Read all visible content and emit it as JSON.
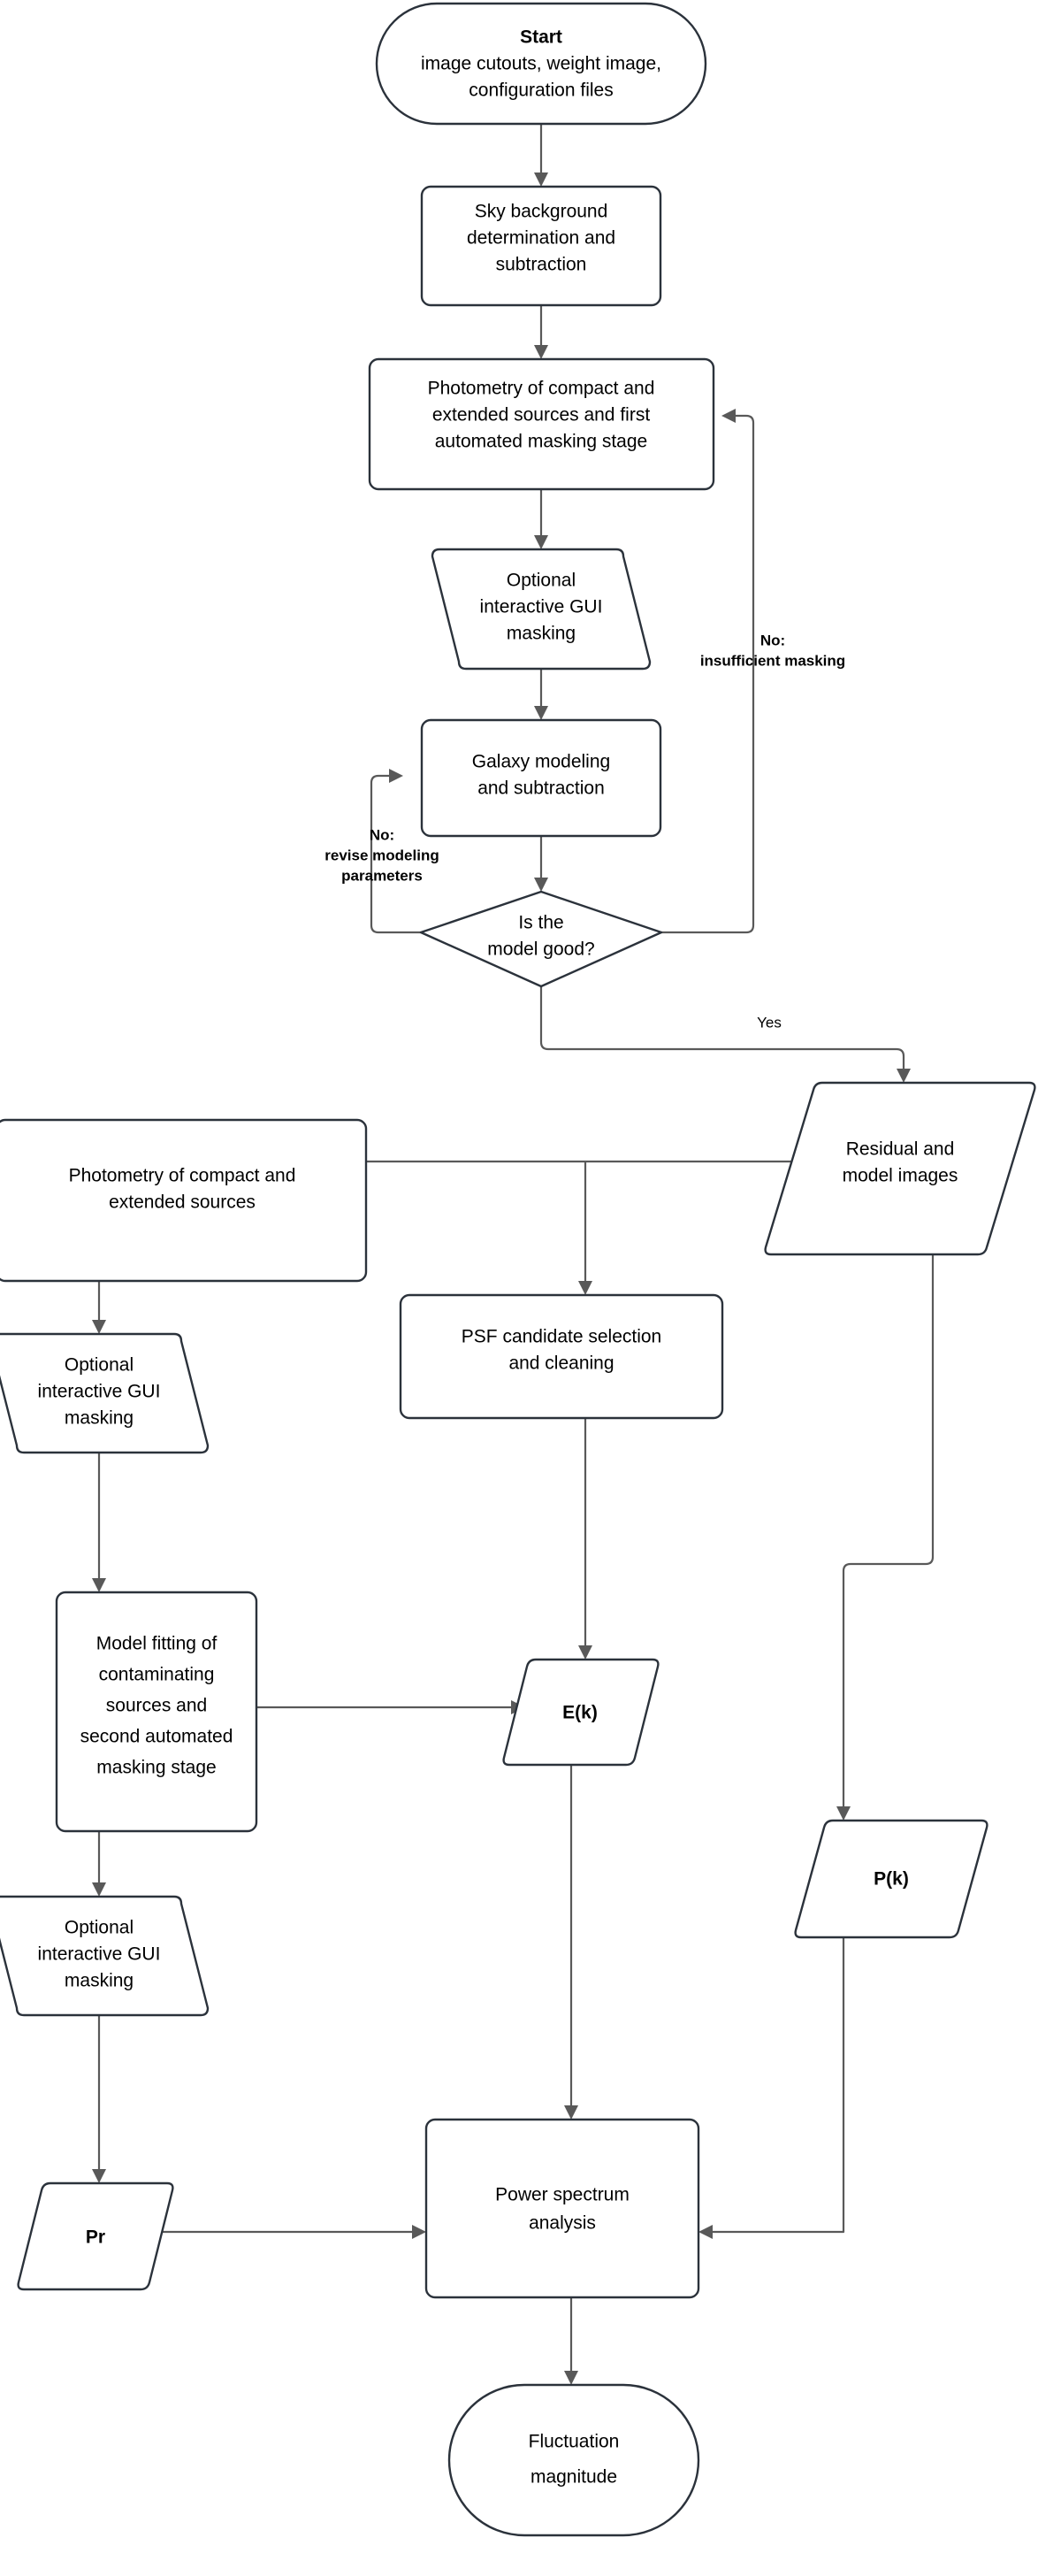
{
  "diagram": {
    "title": "Surface brightness fluctuation analysis pipeline flowchart",
    "colors": {
      "node_stroke": "#2b323b",
      "edge_stroke": "#595959",
      "node_fill": "#ffffff",
      "text": "#000000",
      "background": "#ffffff"
    },
    "nodes": [
      {
        "id": "start",
        "shape": "stadium",
        "lines": [
          "Start",
          "image cutouts, weight image,",
          "configuration files"
        ],
        "bold_lines": [
          true,
          false,
          false
        ]
      },
      {
        "id": "sky-background",
        "shape": "rounded-rect",
        "lines": [
          "Sky background",
          "determination and",
          "subtraction"
        ],
        "bold_lines": [
          false,
          false,
          false
        ]
      },
      {
        "id": "photometry-first",
        "shape": "rounded-rect",
        "lines": [
          "Photometry of compact and",
          "extended sources and first",
          "automated masking stage"
        ],
        "bold_lines": [
          false,
          false,
          false
        ]
      },
      {
        "id": "gui-masking-1",
        "shape": "trapezoid",
        "lines": [
          "Optional",
          "interactive GUI",
          "masking"
        ],
        "bold_lines": [
          false,
          false,
          false
        ]
      },
      {
        "id": "galaxy-modeling",
        "shape": "rounded-rect",
        "lines": [
          "Galaxy modeling",
          "and subtraction"
        ],
        "bold_lines": [
          false,
          false
        ]
      },
      {
        "id": "model-good-decision",
        "shape": "diamond",
        "lines": [
          "Is the",
          "model good?"
        ],
        "bold_lines": [
          false,
          false
        ]
      },
      {
        "id": "residual-model-images",
        "shape": "parallelogram",
        "lines": [
          "Residual and",
          "model images"
        ],
        "bold_lines": [
          false,
          false
        ]
      },
      {
        "id": "photometry-second",
        "shape": "rounded-rect",
        "lines": [
          "Photometry of compact and",
          "extended sources"
        ],
        "bold_lines": [
          false,
          false
        ]
      },
      {
        "id": "psf-candidate",
        "shape": "rounded-rect",
        "lines": [
          "PSF candidate selection",
          "and cleaning"
        ],
        "bold_lines": [
          false,
          false
        ]
      },
      {
        "id": "gui-masking-2",
        "shape": "trapezoid",
        "lines": [
          "Optional",
          "interactive GUI",
          "masking"
        ],
        "bold_lines": [
          false,
          false,
          false
        ]
      },
      {
        "id": "model-fitting",
        "shape": "rounded-rect",
        "lines": [
          "Model fitting of",
          "contaminating",
          "sources and",
          "second automated",
          "masking stage"
        ],
        "bold_lines": [
          false,
          false,
          false,
          false,
          false
        ]
      },
      {
        "id": "ek",
        "shape": "parallelogram",
        "lines": [
          "E(k)"
        ],
        "bold_lines": [
          true
        ]
      },
      {
        "id": "pk",
        "shape": "parallelogram",
        "lines": [
          "P(k)"
        ],
        "bold_lines": [
          true
        ]
      },
      {
        "id": "gui-masking-3",
        "shape": "trapezoid",
        "lines": [
          "Optional",
          "interactive GUI",
          "masking"
        ],
        "bold_lines": [
          false,
          false,
          false
        ]
      },
      {
        "id": "pr",
        "shape": "parallelogram",
        "lines": [
          "Pr"
        ],
        "bold_lines": [
          true
        ]
      },
      {
        "id": "power-spectrum",
        "shape": "rounded-rect",
        "lines": [
          "Power spectrum",
          "analysis"
        ],
        "bold_lines": [
          false,
          false
        ]
      },
      {
        "id": "fluctuation-magnitude",
        "shape": "stadium",
        "lines": [
          "Fluctuation",
          "magnitude"
        ],
        "bold_lines": [
          false,
          false
        ]
      }
    ],
    "edge_labels": [
      {
        "id": "no-insufficient-masking",
        "lines": [
          "No:",
          "insufficient masking"
        ],
        "bold": true
      },
      {
        "id": "no-revise-modeling",
        "lines": [
          "No:",
          "revise modeling",
          "parameters"
        ],
        "bold": true
      },
      {
        "id": "yes",
        "lines": [
          "Yes"
        ],
        "bold": false
      }
    ]
  }
}
